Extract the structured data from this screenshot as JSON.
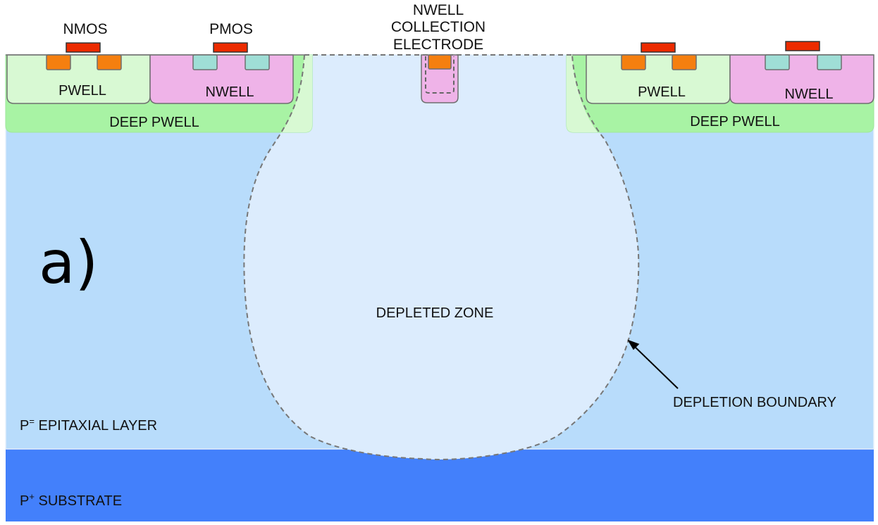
{
  "labels": {
    "panel": "a)",
    "nmos": "NMOS",
    "pmos": "PMOS",
    "collection_line1": "NWELL",
    "collection_line2": "COLLECTION",
    "collection_line3": "ELECTRODE",
    "pwell_left": "PWELL",
    "nwell_left": "NWELL",
    "deep_pwell_left": "DEEP PWELL",
    "pwell_right": "PWELL",
    "nwell_right": "NWELL",
    "deep_pwell_right": "DEEP PWELL",
    "depleted_zone": "DEPLETED ZONE",
    "depletion_boundary": "DEPLETION BOUNDARY",
    "epi_prefix": "P",
    "epi_superscript": "=",
    "epi_text": " EPITAXIAL LAYER",
    "substrate_prefix": "P",
    "substrate_superscript": "+",
    "substrate_text": " SUBSTRATE"
  },
  "colors": {
    "epitaxial": "#b8dcfb",
    "substrate": "#4380fb",
    "depleted": "#dcecfd",
    "deep_pwell": "#a7f39f",
    "pwell": "#d8f9d3",
    "nwell": "#efb3e8",
    "n_contact": "#f57f0f",
    "p_contact": "#9fded6",
    "gate": "#ec2b00",
    "boundary": "#777777"
  }
}
